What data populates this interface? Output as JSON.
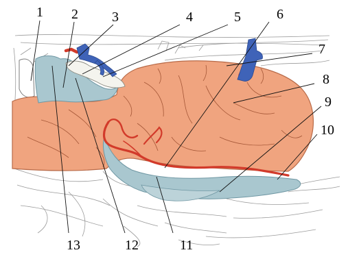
{
  "labels": [
    "1",
    "2",
    "3",
    "4",
    "5",
    "6",
    "7",
    "8",
    "9",
    "10",
    "11",
    "12",
    "13"
  ],
  "colors": {
    "brain": "#f0a47f",
    "brain_outline": "#b86a48",
    "meninges": "#a9c7cf",
    "meninges_outline": "#6f97a3",
    "artery": "#d23a2a",
    "vein": "#3f63b8",
    "background_sketch": "#9a9a9a"
  }
}
